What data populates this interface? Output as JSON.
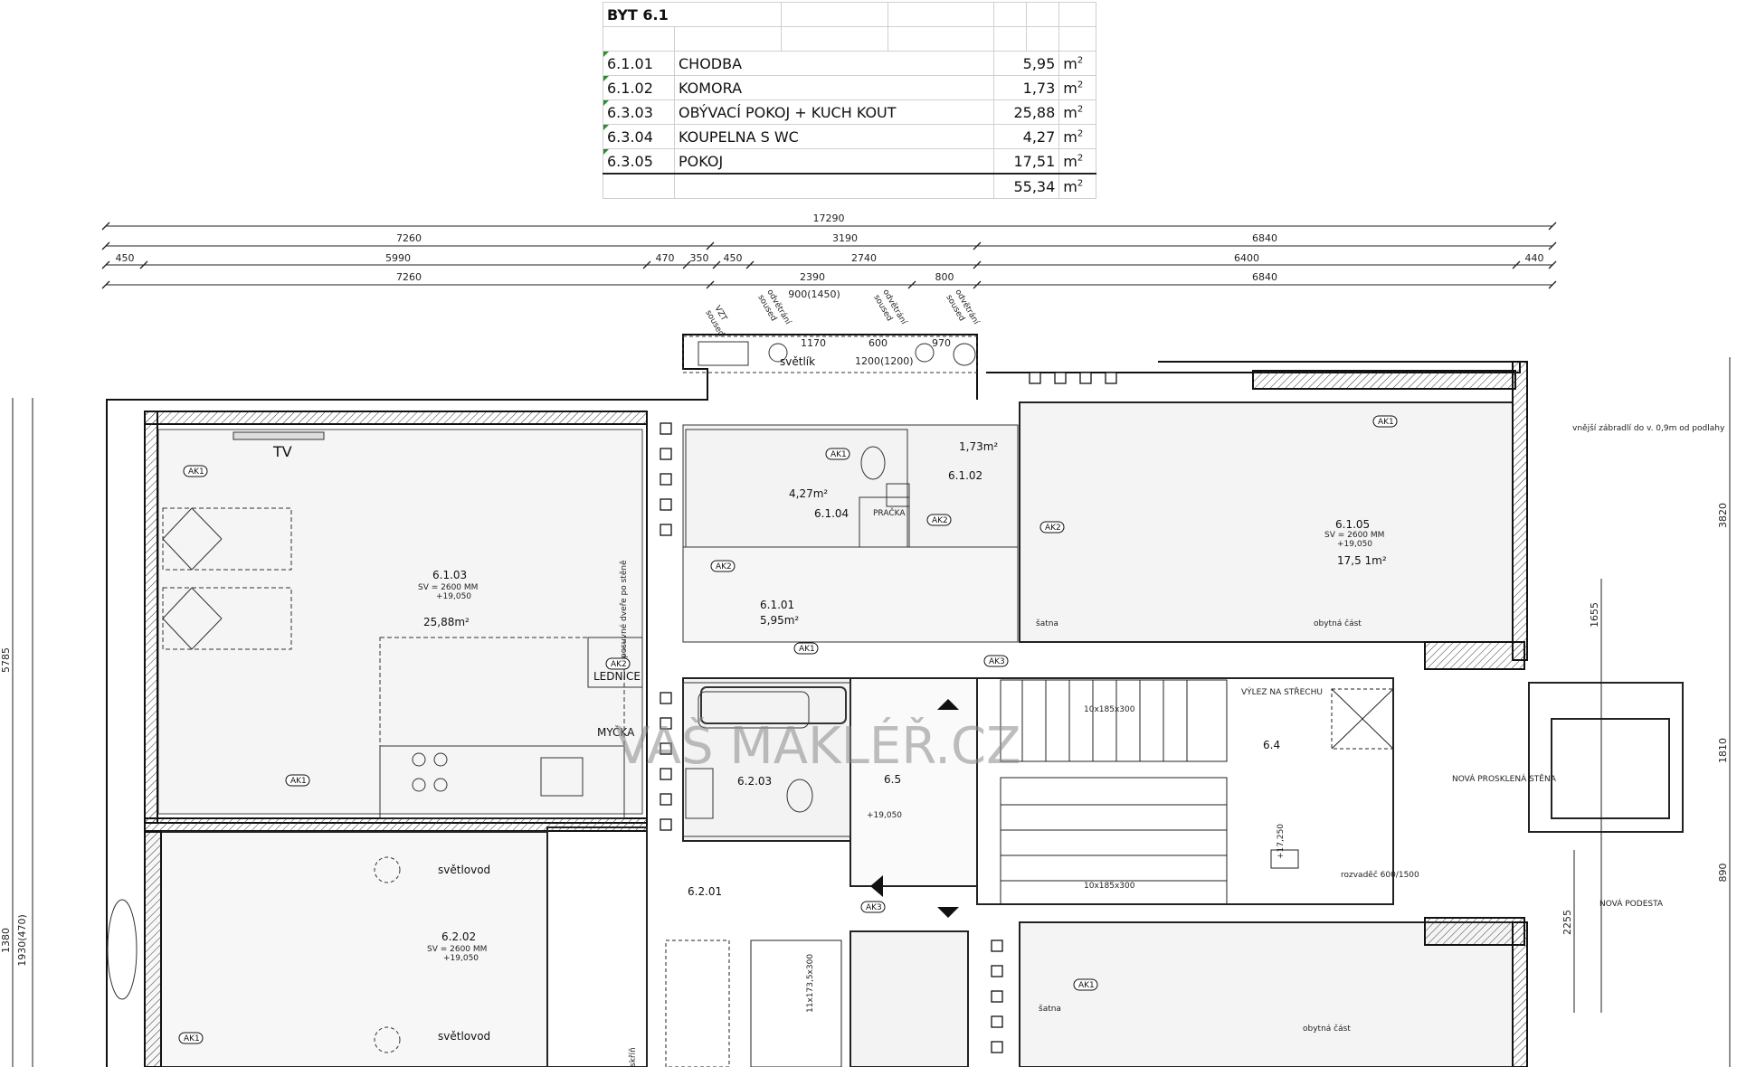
{
  "table": {
    "header": "BYT   6.1",
    "unit": "m",
    "rows": [
      {
        "code": "6.1.01",
        "name": "CHODBA",
        "area": "5,95"
      },
      {
        "code": "6.1.02",
        "name": "KOMORA",
        "area": "1,73"
      },
      {
        "code": "6.3.03",
        "name": "OBÝVACÍ POKOJ + KUCH KOUT",
        "area": "25,88"
      },
      {
        "code": "6.3.04",
        "name": "KOUPELNA S WC",
        "area": "4,27"
      },
      {
        "code": "6.3.05",
        "name": "POKOJ",
        "area": "17,51"
      }
    ],
    "total": "55,34"
  },
  "dims": {
    "overall": "17290",
    "row2": [
      "7260",
      "3190",
      "6840"
    ],
    "row3": [
      "450",
      "5990",
      "470",
      "350",
      "450",
      "2740",
      "6400",
      "440"
    ],
    "row4": [
      "7260",
      "2390",
      "800",
      "6840"
    ],
    "sub": "900(1450)",
    "left_vertical": [
      "5785",
      "1380",
      "1930(470)"
    ],
    "right_vertical": [
      "3820",
      "1810",
      "890",
      "1655",
      "2255"
    ],
    "light": [
      "1170",
      "600",
      "970",
      "1200(1200)"
    ]
  },
  "rooms": {
    "living": {
      "id": "6.1.03",
      "sv": "SV = 2600 MM",
      "level": "+19,050",
      "area": "25,88m²"
    },
    "hall": {
      "id": "6.1.01",
      "area": "5,95m²"
    },
    "storage": {
      "id": "6.1.02",
      "area": "1,73m²"
    },
    "bath": {
      "id": "6.1.04",
      "area": "4,27m²"
    },
    "bedroom": {
      "id": "6.1.05",
      "sv": "SV = 2600 MM",
      "level": "+19,050",
      "area": "17,5 1m²"
    },
    "r602": {
      "id": "6.2.02",
      "sv": "SV = 2600 MM",
      "level": "+19,050"
    },
    "r603": {
      "id": "6.2.03"
    },
    "r601": {
      "id": "6.2.01"
    },
    "stair": {
      "id": "6.5",
      "level": "+19,050"
    },
    "landing": {
      "id": "6.4"
    }
  },
  "labels": {
    "tv": "TV",
    "lednice": "LEDNICE",
    "mycka": "MYČKA",
    "pracka": "PRAČKA",
    "svetlik": "světlík",
    "posuvne": "posuvné dveře po stěně",
    "svetlovod1": "světlovod",
    "svetlovod2": "světlovod",
    "vylez": "VÝLEZ NA STŘECHU",
    "rozvadec": "rozvaděč 600/1500",
    "nova_prosklena": "NOVÁ PROSKLENÁ STĚNA",
    "nova_podesta": "NOVÁ PODESTA",
    "vnejsi": "vnější zábradlí do v. 0,9m od podlahy",
    "stairs1": "10x185x300",
    "stairs2": "10x185x300",
    "stairs3": "11x173,5x300",
    "stair_level": "+17,250",
    "satna": "šatna",
    "obytna": "obytná část",
    "vzt": "VZT",
    "odvetrani": "odvětrání",
    "soused": "soused",
    "skrinka": "skříň"
  },
  "tags": [
    "AK1",
    "AK2",
    "AK3"
  ],
  "watermark": "VAŠ MAKLÉŘ.CZ"
}
